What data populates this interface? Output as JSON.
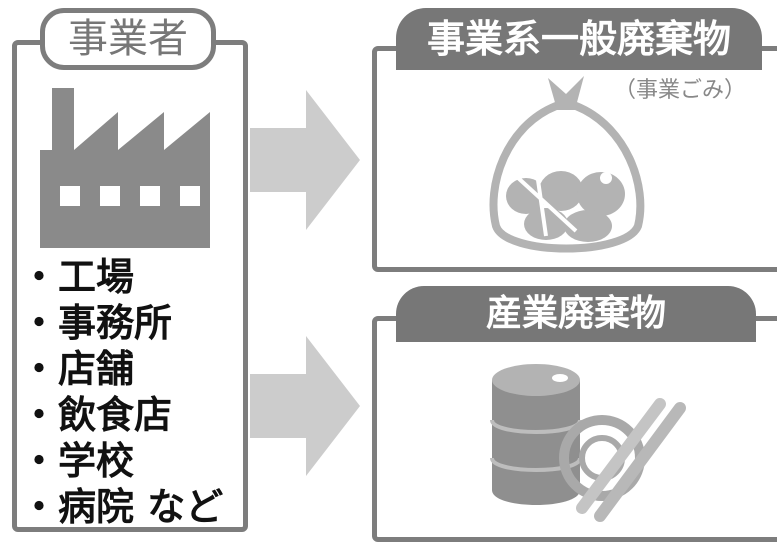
{
  "source": {
    "title": "事業者",
    "items": [
      "工場",
      "事務所",
      "店舗",
      "飲食店",
      "学校",
      "病院 など"
    ]
  },
  "general_waste": {
    "title": "事業系一般廃棄物",
    "subtitle": "（事業ごみ）"
  },
  "industrial_waste": {
    "title": "産業廃棄物"
  },
  "colors": {
    "frame": "#7d7d7d",
    "tab": "#777777",
    "arrow": "#cccccc",
    "illustration": "#b3b3b3",
    "factory": "#8a8a8a"
  }
}
